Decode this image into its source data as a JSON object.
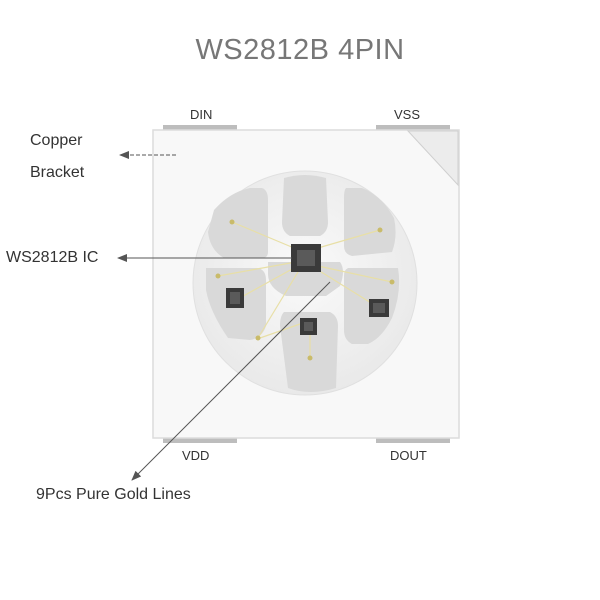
{
  "title": "WS2812B 4PIN",
  "pins": {
    "din": "DIN",
    "vss": "VSS",
    "vdd": "VDD",
    "dout": "DOUT"
  },
  "callouts": {
    "copper_line1": "Copper",
    "copper_line2": "Bracket",
    "ic": "WS2812B IC",
    "gold_lines": "9Pcs Pure Gold Lines"
  },
  "colors": {
    "body": "#f8f8f8",
    "cup": "#eeeeee",
    "copper": "#d8d8d8",
    "chip": "#3a3a3a",
    "gold_wire": "#e8dfa6"
  }
}
